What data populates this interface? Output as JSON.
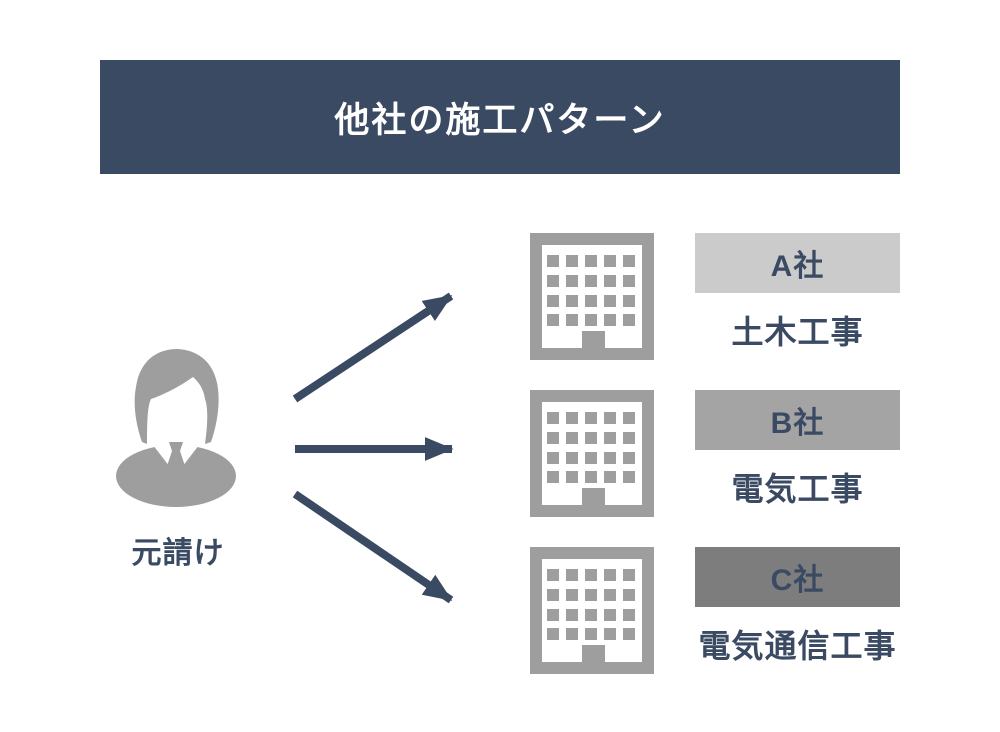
{
  "header": {
    "title": "他社の施工パターン"
  },
  "source": {
    "label": "元請け",
    "icon": "businessman-icon"
  },
  "rows": [
    {
      "company": "A社",
      "work": "土木工事",
      "label_bg": "#CBCBCB",
      "icon": "office-building-icon"
    },
    {
      "company": "B社",
      "work": "電気工事",
      "label_bg": "#A4A4A4",
      "icon": "office-building-icon"
    },
    {
      "company": "C社",
      "work": "電気通信工事",
      "label_bg": "#7D7D7D",
      "icon": "office-building-icon"
    }
  ],
  "arrows": {
    "count": 3,
    "color": "#3B4A63",
    "targets": [
      "A社",
      "B社",
      "C社"
    ]
  },
  "colors": {
    "navy": "#3B4A63",
    "icon_gray": "#9E9E9E",
    "header_bg": "#3B4A63",
    "header_text": "#FFFFFF",
    "background": "#FFFFFF"
  }
}
